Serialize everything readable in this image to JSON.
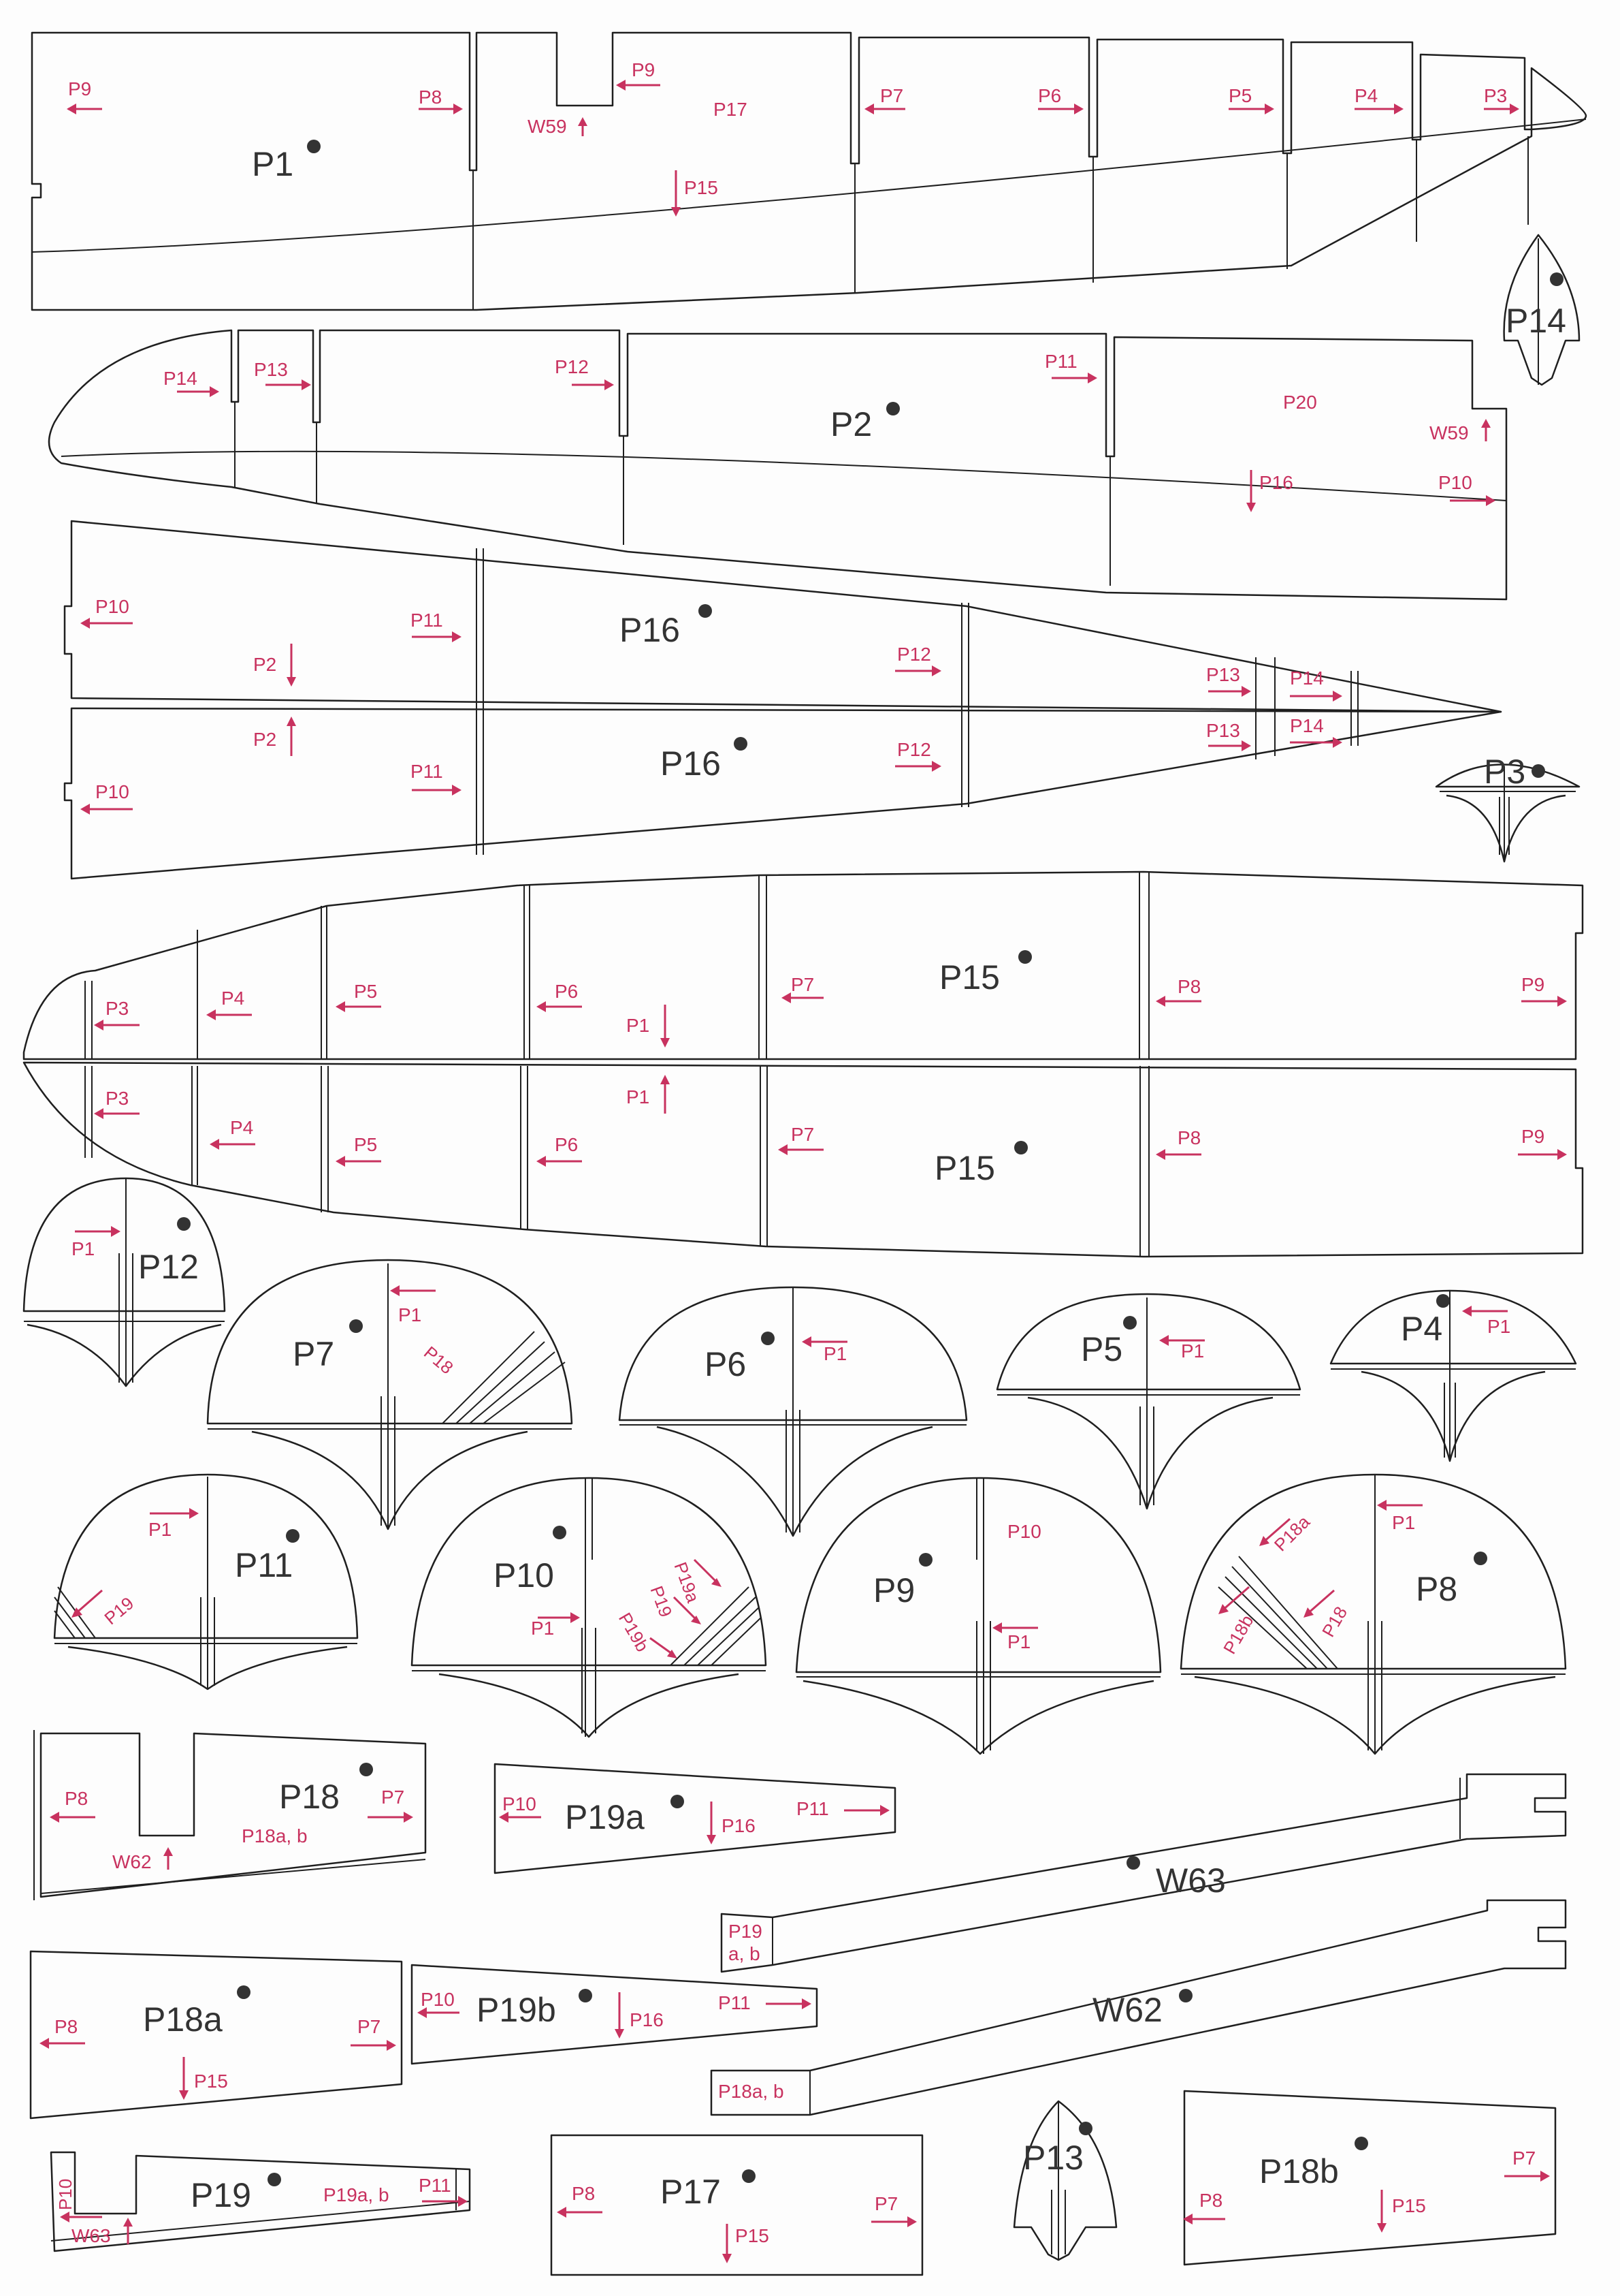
{
  "colors": {
    "outline": "#1f1f1f",
    "reference": "#c8325f",
    "label": "#333333",
    "dot": "#333333"
  },
  "parts": {
    "P1": "P1",
    "P2": "P2",
    "P3": "P3",
    "P4": "P4",
    "P5": "P5",
    "P6": "P6",
    "P7": "P7",
    "P8": "P8",
    "P9": "P9",
    "P10": "P10",
    "P11": "P11",
    "P12": "P12",
    "P13": "P13",
    "P14": "P14",
    "P15": "P15",
    "P16": "P16",
    "P17": "P17",
    "P18": "P18",
    "P18a": "P18a",
    "P18b": "P18b",
    "P19": "P19",
    "P19a": "P19a",
    "P19b": "P19b",
    "W62": "W62",
    "W63": "W63"
  },
  "refs": {
    "P1": "P1",
    "P2": "P2",
    "P3": "P3",
    "P4": "P4",
    "P5": "P5",
    "P6": "P6",
    "P7": "P7",
    "P8": "P8",
    "P9": "P9",
    "P10": "P10",
    "P11": "P11",
    "P12": "P12",
    "P13": "P13",
    "P14": "P14",
    "P15": "P15",
    "P16": "P16",
    "P17": "P17",
    "P18": "P18",
    "P18a": "P18a",
    "P18b": "P18b",
    "P19": "P19",
    "P19a": "P19a",
    "P19b": "P19b",
    "P20": "P20",
    "W59": "W59",
    "W62": "W62",
    "W63": "W63",
    "P18ab": "P18a, b",
    "P19ab": "P19a, b",
    "P19ab_stacked_top": "P19",
    "P19ab_stacked_bottom": "a, b"
  }
}
